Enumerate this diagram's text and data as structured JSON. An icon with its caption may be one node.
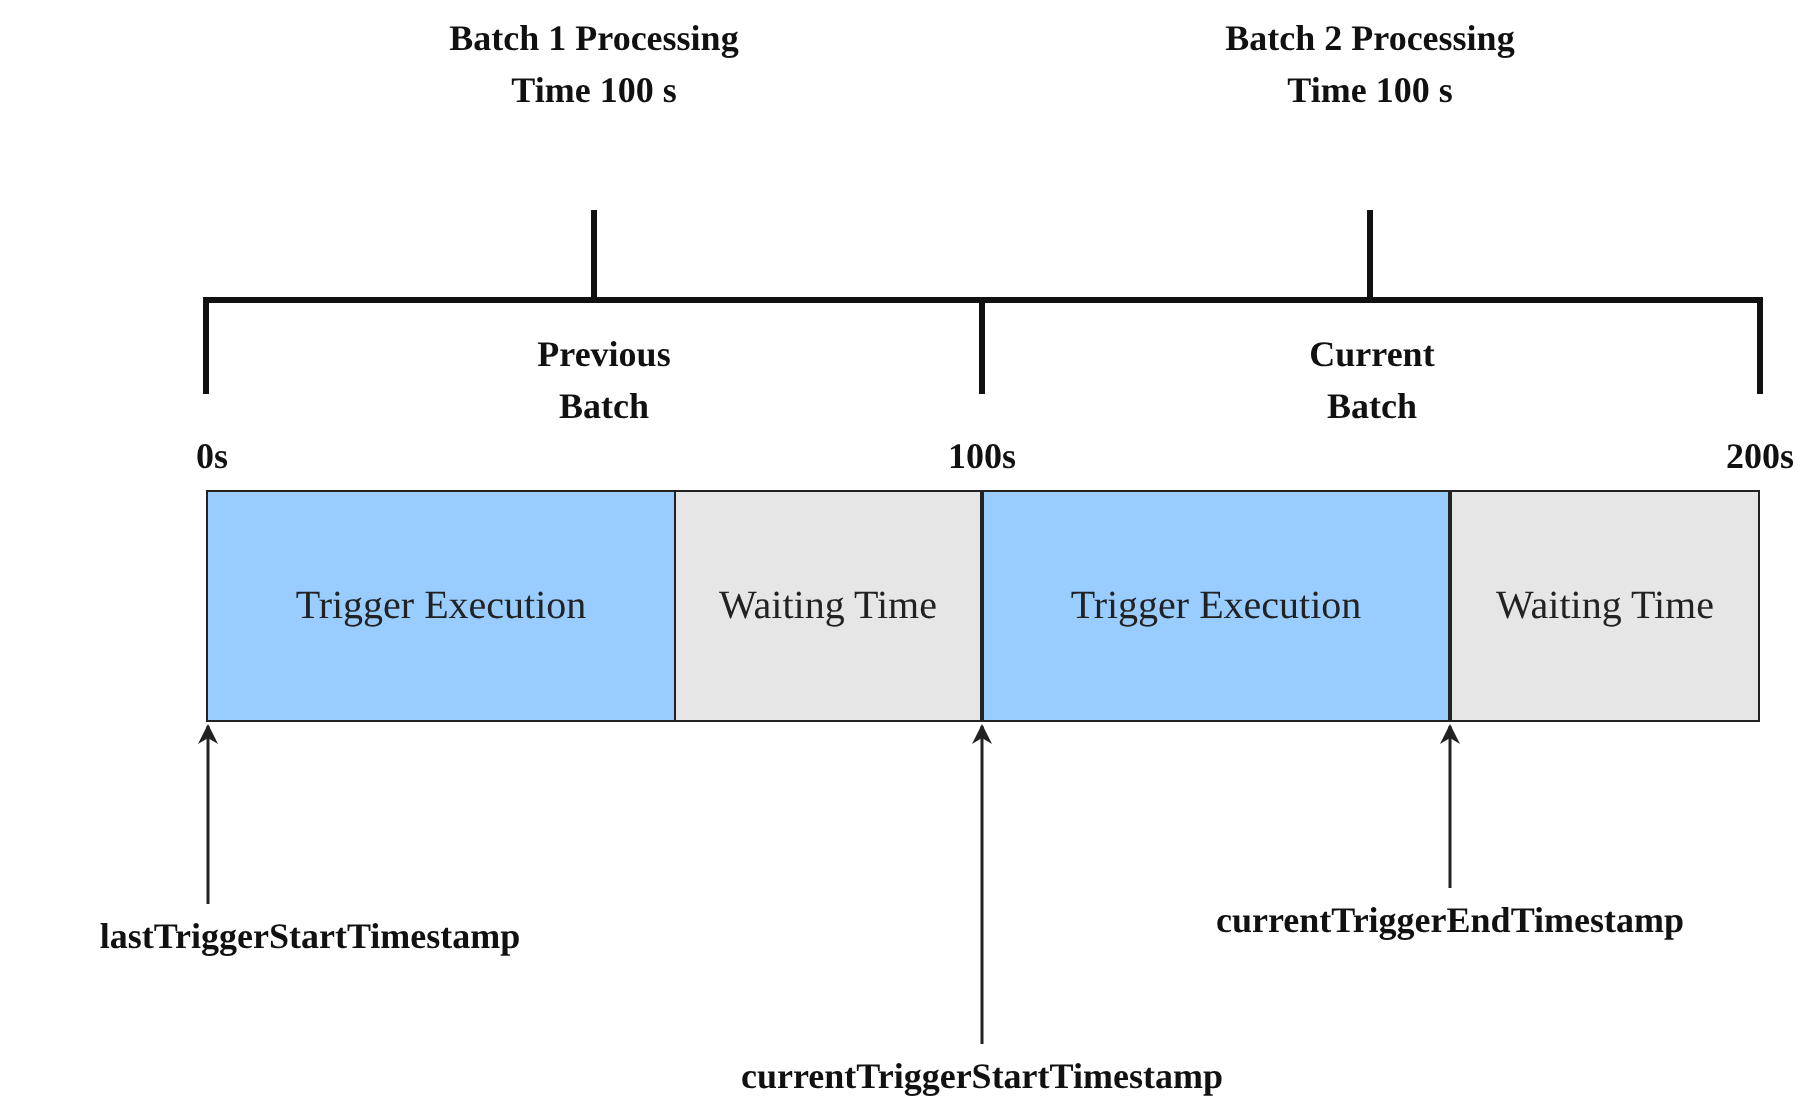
{
  "diagram": {
    "nodes": [
      {
        "text": [
          "Trigger Execution"
        ]
      },
      {
        "text": [
          "Waiting Time"
        ]
      },
      {
        "text": [
          "Trigger Execution"
        ]
      },
      {
        "text": [
          "Waiting Time"
        ]
      },
      {
        "text": [
          "lastTriggerStartTimestamp"
        ]
      },
      {
        "text": [
          "currentTriggerStartTimestamp"
        ]
      },
      {
        "text": [
          "currentTriggerEndTimestamp"
        ]
      }
    ],
    "edges": [
      {
        "from": 4,
        "to": 0,
        "arrow": "to"
      },
      {
        "from": 5,
        "to": 2,
        "arrow": "to"
      },
      {
        "from": 6,
        "to": 2,
        "arrow": "to"
      }
    ],
    "labels": [
      "Batch 1 Processing Time 100 s",
      "Batch 2 Processing Time 100 s",
      "Previous Batch",
      "Current Batch",
      "0s",
      "100s",
      "200s"
    ]
  }
}
